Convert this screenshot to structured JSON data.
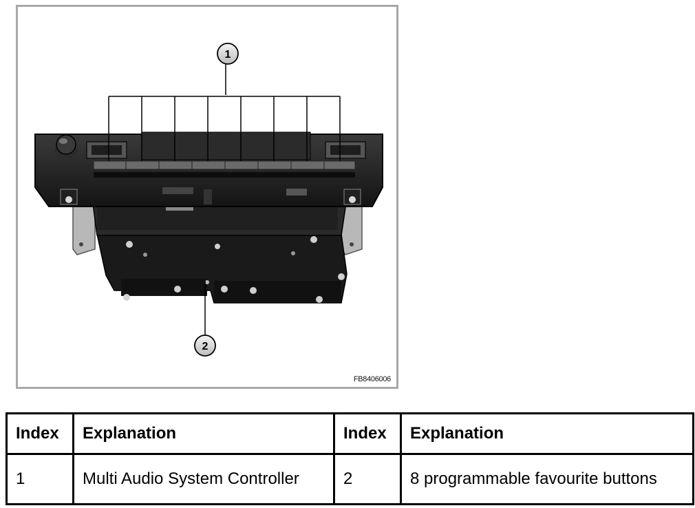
{
  "figure": {
    "callouts": [
      "1",
      "2"
    ],
    "code": "FB8406006"
  },
  "table": {
    "headers": [
      "Index",
      "Explanation",
      "Index",
      "Explanation"
    ],
    "row": [
      "1",
      "Multi Audio System Controller",
      "2",
      "8 programmable favourite buttons"
    ]
  }
}
